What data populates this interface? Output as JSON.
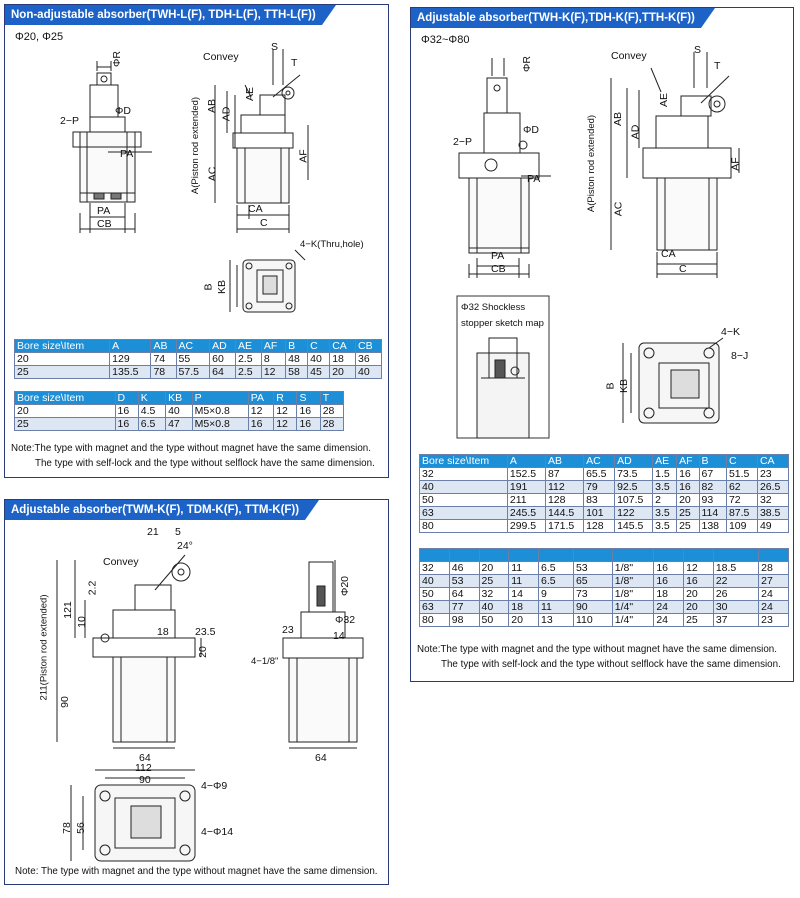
{
  "panel1": {
    "title": "Non-adjustable absorber(TWH-L(F), TDH-L(F), TTH-L(F))",
    "bore_label": "Φ20, Φ25",
    "labels": {
      "phiR": "ΦR",
      "twoP": "2−P",
      "phiD": "ΦD",
      "pa": "PA",
      "pa2": "PA",
      "cb": "CB",
      "convey": "Convey",
      "s": "S",
      "t": "T",
      "a": "A(Piston rod extended)",
      "ab": "AB",
      "ad": "AD",
      "ae": "AE",
      "ac": "AC",
      "af": "AF",
      "ca": "CA",
      "c": "C",
      "fourK": "4−K(Thru,hole)",
      "b": "B",
      "kb": "KB"
    },
    "table1": {
      "headers": [
        "Bore size\\Item",
        "A",
        "AB",
        "AC",
        "AD",
        "AE",
        "AF",
        "B",
        "C",
        "CA",
        "CB"
      ],
      "rows": [
        [
          "20",
          "129",
          "74",
          "55",
          "60",
          "2.5",
          "8",
          "48",
          "40",
          "18",
          "36"
        ],
        [
          "25",
          "135.5",
          "78",
          "57.5",
          "64",
          "2.5",
          "12",
          "58",
          "45",
          "20",
          "40"
        ]
      ]
    },
    "table2": {
      "headers": [
        "Bore size\\Item",
        "D",
        "K",
        "KB",
        "P",
        "PA",
        "R",
        "S",
        "T"
      ],
      "rows": [
        [
          "20",
          "16",
          "4.5",
          "40",
          "M5×0.8",
          "12",
          "12",
          "16",
          "28"
        ],
        [
          "25",
          "16",
          "6.5",
          "47",
          "M5×0.8",
          "16",
          "12",
          "16",
          "28"
        ]
      ]
    },
    "note1": "Note:The type with magnet and the type without magnet have the same dimension.",
    "note2": "The type with self-lock and the type without selflock have the same dimension."
  },
  "panel2": {
    "title": "Adjustable absorber(TWH-K(F),TDH-K(F),TTH-K(F))",
    "bore_label": "Φ32~Φ80",
    "labels": {
      "convey": "Convey",
      "s": "S",
      "t": "T",
      "phiR": "ΦR",
      "phiD": "ΦD",
      "twoP": "2−P",
      "pa": "PA",
      "pa2": "PA",
      "cb": "CB",
      "a": "A(Piston rod extended)",
      "ab": "AB",
      "ad": "AD",
      "ae": "AE",
      "ac": "AC",
      "af": "AF",
      "ca": "CA",
      "c": "C",
      "fourK": "4−K",
      "eightJ": "8−J",
      "b": "B",
      "kb": "KB",
      "sketch1": "Φ32 Shockless",
      "sketch2": "stopper sketch map"
    },
    "table1": {
      "headers": [
        "Bore size\\Item",
        "A",
        "AB",
        "AC",
        "AD",
        "AE",
        "AF",
        "B",
        "C",
        "CA"
      ],
      "rows": [
        [
          "32",
          "152.5",
          "87",
          "65.5",
          "73.5",
          "1.5",
          "16",
          "67",
          "51.5",
          "23"
        ],
        [
          "40",
          "191",
          "112",
          "79",
          "92.5",
          "3.5",
          "16",
          "82",
          "62",
          "26.5"
        ],
        [
          "50",
          "211",
          "128",
          "83",
          "107.5",
          "2",
          "20",
          "93",
          "72",
          "32"
        ],
        [
          "63",
          "245.5",
          "144.5",
          "101",
          "122",
          "3.5",
          "25",
          "114",
          "87.5",
          "38.5"
        ],
        [
          "80",
          "299.5",
          "171.5",
          "128",
          "145.5",
          "3.5",
          "25",
          "138",
          "109",
          "49"
        ]
      ]
    },
    "table2": {
      "headers": [
        "",
        "",
        "",
        "",
        "",
        "",
        "",
        "",
        "",
        ""
      ],
      "rows": [
        [
          "32",
          "46",
          "20",
          "11",
          "6.5",
          "53",
          "1/8\"",
          "16",
          "12",
          "18.5",
          "28"
        ],
        [
          "40",
          "53",
          "25",
          "11",
          "6.5",
          "65",
          "1/8\"",
          "16",
          "16",
          "22",
          "27"
        ],
        [
          "50",
          "64",
          "32",
          "14",
          "9",
          "73",
          "1/8\"",
          "18",
          "20",
          "26",
          "24"
        ],
        [
          "63",
          "77",
          "40",
          "18",
          "11",
          "90",
          "1/4\"",
          "24",
          "20",
          "30",
          "24"
        ],
        [
          "80",
          "98",
          "50",
          "20",
          "13",
          "110",
          "1/4\"",
          "24",
          "25",
          "37",
          "23"
        ]
      ]
    },
    "note1": "Note:The type with magnet and the type without magnet have the same dimension.",
    "note2": "The type with self-lock and the type without selflock have the same dimension."
  },
  "panel3": {
    "title": "Adjustable absorber(TWM-K(F), TDM-K(F), TTM-K(F))",
    "labels": {
      "d21": "21",
      "d5": "5",
      "d24": "24°",
      "convey": "Convey",
      "d22": "2.2",
      "d121": "121",
      "d10": "10",
      "d211": "211(Piston rod extended)",
      "d90": "90",
      "d18": "18",
      "d235": "23.5",
      "d20": "20",
      "d64": "64",
      "phi20": "Φ20",
      "phi32": "Φ32",
      "d23": "23",
      "d14": "14",
      "quarter": "4−1/8\"",
      "d64b": "64",
      "d112": "112",
      "d90b": "90",
      "phi9": "4−Φ9",
      "d78": "78",
      "d56": "56",
      "phi14": "4−Φ14"
    },
    "note": "Note: The type with magnet and the type without magnet have the same dimension."
  }
}
